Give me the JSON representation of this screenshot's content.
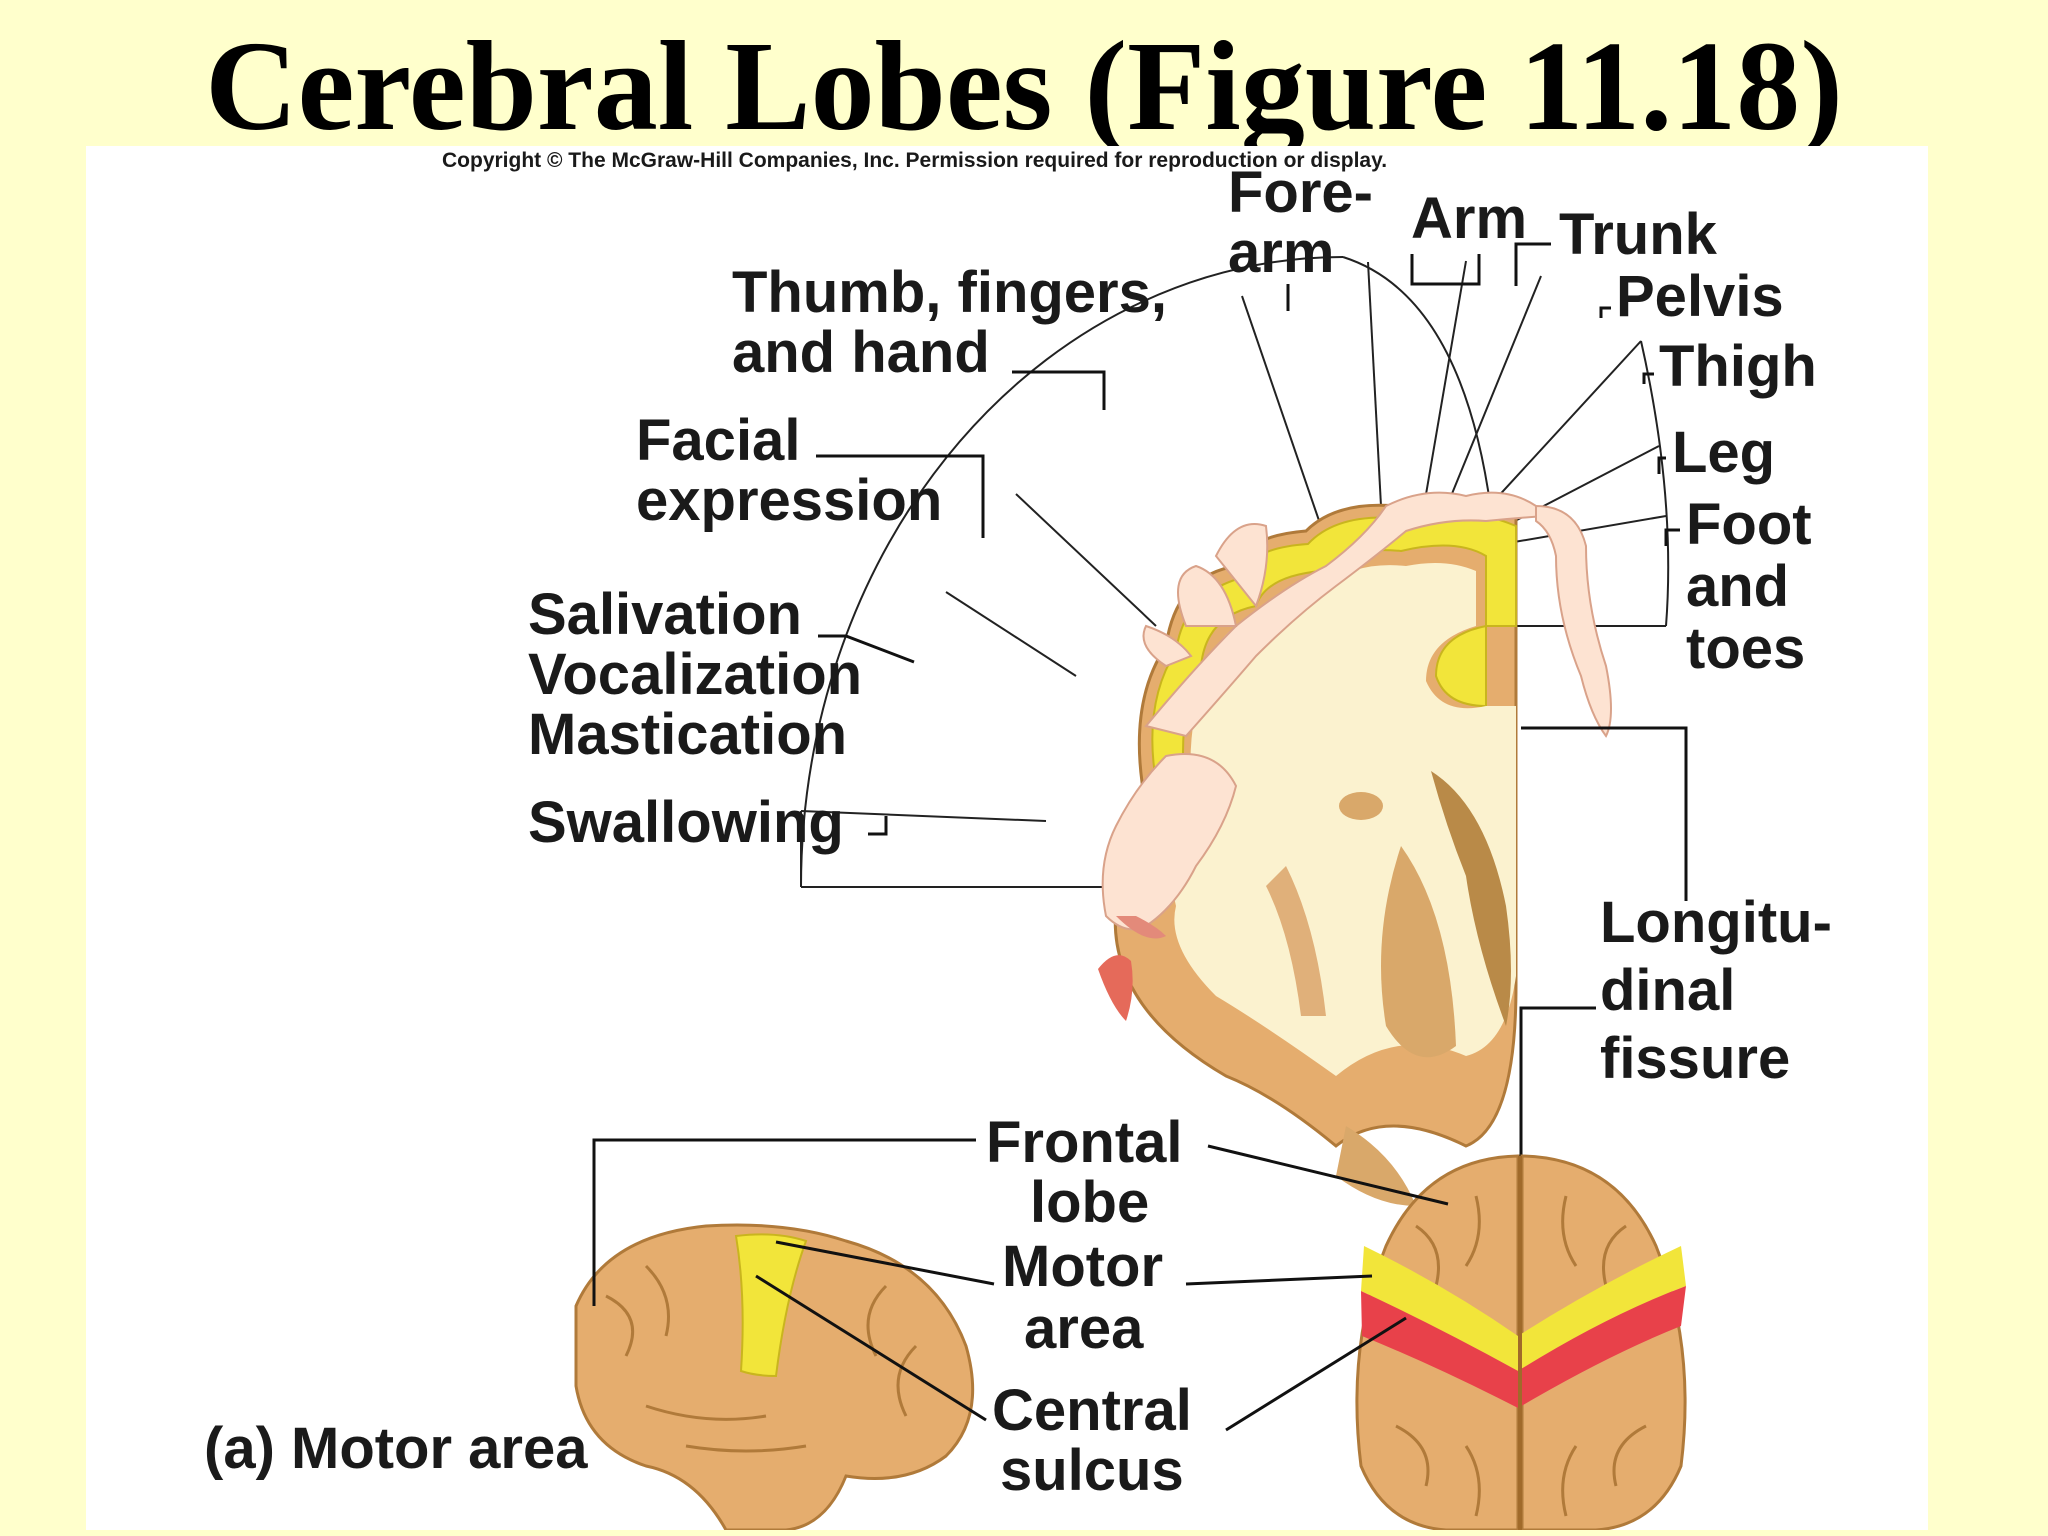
{
  "title": "Cerebral Lobes (Figure 11.18)",
  "copyright": "Copyright © The McGraw-Hill Companies, Inc. Permission required for reproduction or display.",
  "homunculus_labels": {
    "forearm": [
      "Fore-",
      "arm"
    ],
    "arm": "Arm",
    "trunk": "Trunk",
    "pelvis": "Pelvis",
    "thigh": "Thigh",
    "leg": "Leg",
    "foot_and_toes": [
      "Foot",
      "and",
      "toes"
    ],
    "thumb_fingers_hand": [
      "Thumb, fingers,",
      "and hand"
    ],
    "facial_expression": [
      "Facial",
      "expression"
    ],
    "salivation": "Salivation",
    "vocalization": "Vocalization",
    "mastication": "Mastication",
    "swallowing": "Swallowing"
  },
  "brain_labels": {
    "longitudinal_fissure": [
      "Longitu-",
      "dinal",
      "fissure"
    ],
    "frontal_lobe": [
      "Frontal",
      "lobe"
    ],
    "motor_area": [
      "Motor",
      "area"
    ],
    "central_sulcus": [
      "Central",
      "sulcus"
    ]
  },
  "caption": "(a) Motor area",
  "colors": {
    "slide_background": "#ffffcc",
    "panel_background": "#ffffff",
    "brain_tan": "#e5ad6e",
    "motor_cortex_yellow": "#f2e53a",
    "central_sulcus_red": "#e8414a",
    "white_matter": "#fbf2cf"
  }
}
